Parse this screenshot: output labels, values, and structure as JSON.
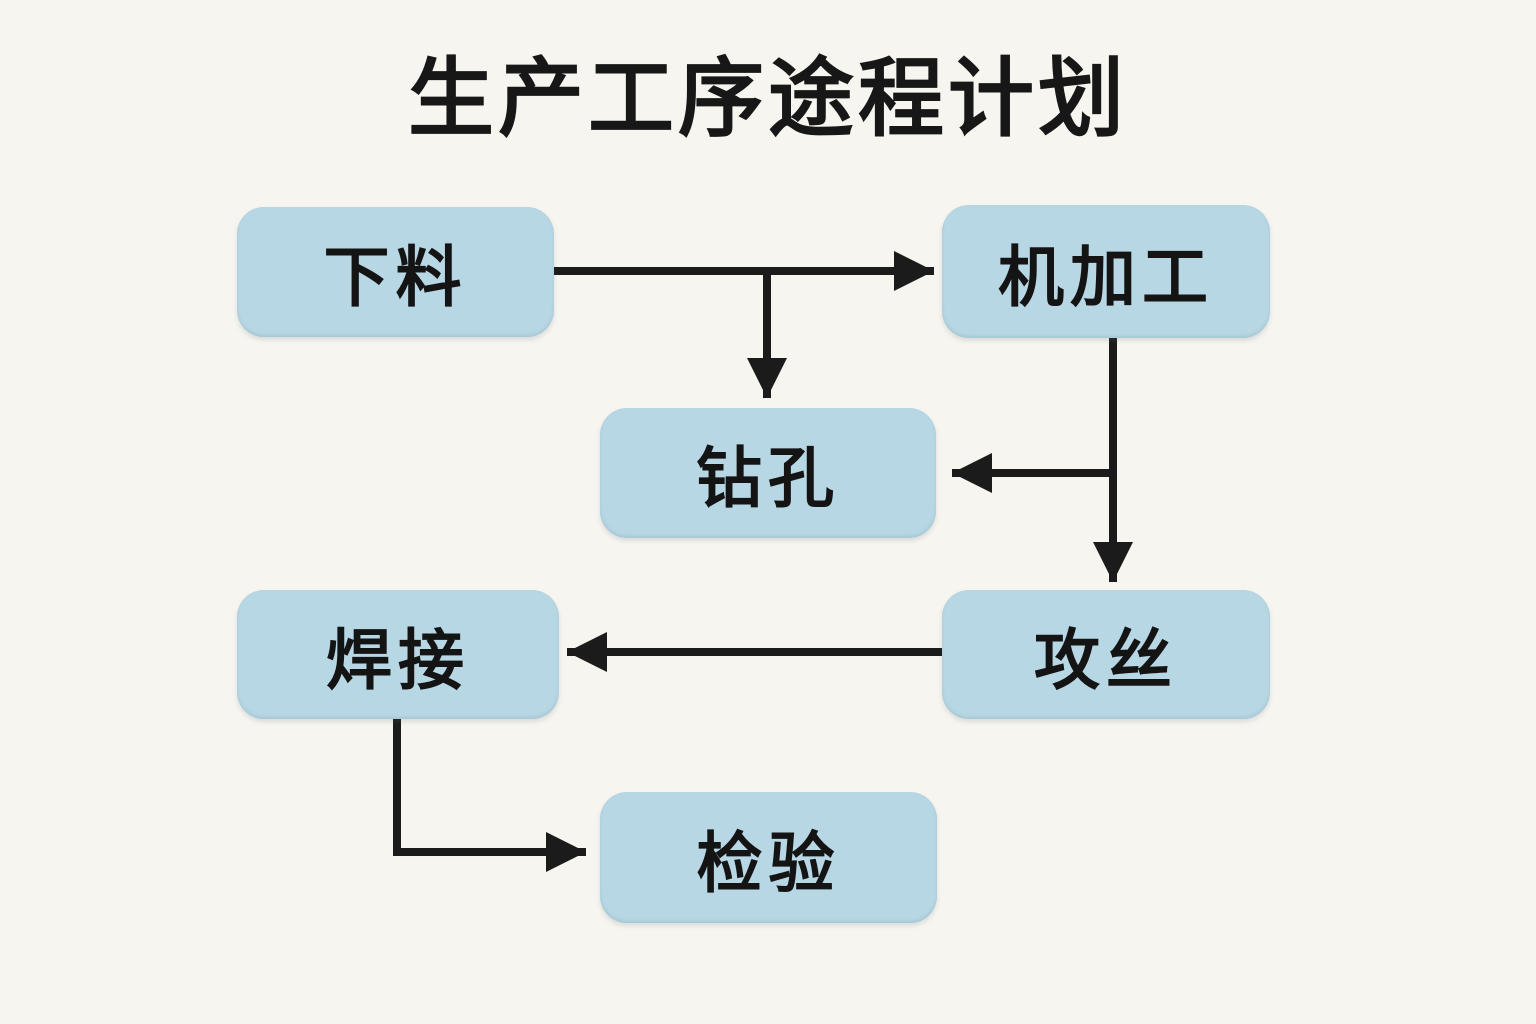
{
  "title": "生产工序途程计划",
  "colors": {
    "background": "#f7f5f0",
    "box_fill": "#b7d7e4",
    "text": "#141414",
    "arrow": "#1b1b1b"
  },
  "nodes": [
    {
      "id": "xialiao",
      "label": "下料"
    },
    {
      "id": "jijiagong",
      "label": "机加工"
    },
    {
      "id": "zuankong",
      "label": "钻孔"
    },
    {
      "id": "gongsi",
      "label": "攻丝"
    },
    {
      "id": "hanjie",
      "label": "焊接"
    },
    {
      "id": "jianyan",
      "label": "检验"
    }
  ],
  "edges": [
    {
      "from": "下料",
      "to": "机加工"
    },
    {
      "from": "下料",
      "to": "钻孔"
    },
    {
      "from": "机加工",
      "to": "钻孔"
    },
    {
      "from": "机加工",
      "to": "攻丝"
    },
    {
      "from": "攻丝",
      "to": "焊接"
    },
    {
      "from": "焊接",
      "to": "检验"
    }
  ]
}
